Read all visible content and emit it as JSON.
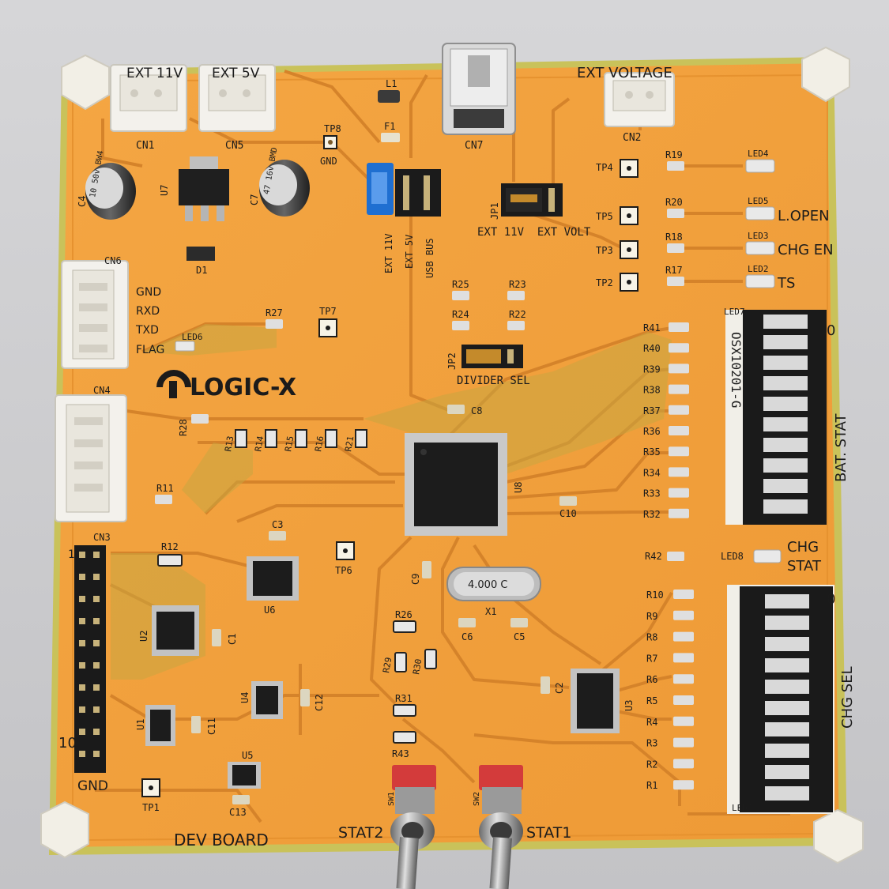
{
  "connectors": {
    "cn1": {
      "label": "CN1",
      "text": "EXT 11V"
    },
    "cn5": {
      "label": "CN5",
      "text": "EXT 5V"
    },
    "cn7": {
      "label": "CN7"
    },
    "cn2": {
      "label": "CN2",
      "text": "EXT VOLTAGE"
    },
    "cn6": {
      "label": "CN6"
    },
    "cn4": {
      "label": "CN4"
    },
    "cn3": {
      "label": "CN3"
    }
  },
  "labels": {
    "tp8": "TP8",
    "gnd": "GND",
    "l1": "L1",
    "f1": "F1",
    "u7": "U7",
    "c4": "C4",
    "c7": "C7",
    "d1": "D1",
    "cap_small_text": "10\n50v\nBW4",
    "cap_big_text": "47\n16v\nBMD",
    "ext11v_v": "EXT 11V",
    "ext5v_v": "EXT 5V",
    "usbbus_v": "USB BUS",
    "jp1": "JP1",
    "jp1_sel": "EXT 11V  EXT VOLT",
    "tp4": "TP4",
    "tp5": "TP5",
    "tp3": "TP3",
    "tp2": "TP2",
    "r19": "R19",
    "r20": "R20",
    "r18": "R18",
    "r17": "R17",
    "led4": "LED4",
    "led5": "LED5",
    "led3": "LED3",
    "led2": "LED2",
    "l_open": "L.OPEN",
    "chg_en": "CHG EN",
    "ts": "TS",
    "gnd6": "GND",
    "rxd": "RXD",
    "txd": "TXD",
    "flag": "FLAG",
    "led6": "LED6",
    "r27": "R27",
    "tp7": "TP7",
    "r25": "R25",
    "r23": "R23",
    "r24": "R24",
    "r22": "R22",
    "jp2": "JP2",
    "divider_sel": "DIVIDER SEL",
    "logo": "LOGIC-X",
    "c8": "C8",
    "r28": "R28",
    "r13": "R13",
    "r14": "R14",
    "r15": "R15",
    "r16": "R16",
    "r21": "R21",
    "u8": "U8",
    "c10": "C10",
    "r11": "R11",
    "c3": "C3",
    "r12": "R12",
    "tp6": "TP6",
    "u6": "U6",
    "c9": "C9",
    "x1": "X1",
    "crystal": "4.000 C",
    "c6": "C6",
    "c5": "C5",
    "r26": "R26",
    "u2": "U2",
    "c1": "C1",
    "r29": "R29",
    "r30": "R30",
    "u4": "U4",
    "c12": "C12",
    "r31": "R31",
    "r43": "R43",
    "u1": "U1",
    "c11": "C11",
    "u5": "U5",
    "c13": "C13",
    "c2": "C2",
    "u3": "U3",
    "tp1": "TP1",
    "gnd_bottom": "GND",
    "num1": "1",
    "num10": "10",
    "dev_board": "DEV BOARD",
    "sw1": "SW1",
    "sw2": "SW2",
    "stat2": "STAT2",
    "stat1": "STAT1",
    "led7": "LED7",
    "led7_part": "OSX10201-G",
    "bat_stat": "BAT. STAT",
    "zero1": "0",
    "r42": "R42",
    "led8": "LED8",
    "chg_stat1": "CHG",
    "chg_stat2": "STAT",
    "led1": "LED1",
    "chg_sel": "CHG SEL",
    "zero2": "0"
  },
  "bar_r_top": [
    "R41",
    "R40",
    "R39",
    "R38",
    "R37",
    "R36",
    "R35",
    "R34",
    "R33",
    "R32"
  ],
  "bar_r_bot": [
    "R10",
    "R9",
    "R8",
    "R7",
    "R6",
    "R5",
    "R4",
    "R3",
    "R2",
    "R1"
  ]
}
